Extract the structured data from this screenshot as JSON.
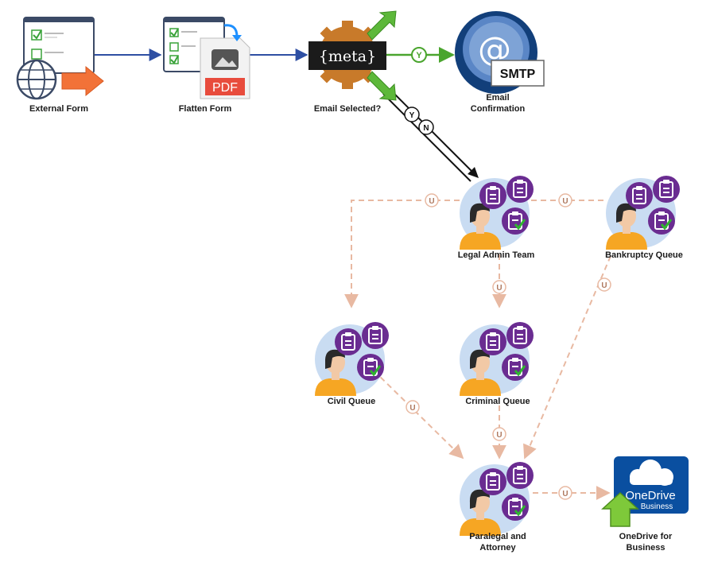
{
  "nodes": {
    "external_form": {
      "label": "External Form"
    },
    "flatten_form": {
      "label": "Flatten Form",
      "pdf_text": "PDF"
    },
    "email_selected": {
      "label": "Email Selected?",
      "meta_text": "{meta}"
    },
    "email_confirmation": {
      "label_line1": "Email",
      "label_line2": "Confirmation",
      "smtp_text": "SMTP",
      "at_text": "@"
    },
    "legal_admin_team": {
      "label": "Legal Admin Team"
    },
    "bankruptcy_queue": {
      "label": "Bankruptcy Queue"
    },
    "civil_queue": {
      "label": "Civil Queue"
    },
    "criminal_queue": {
      "label": "Criminal Queue"
    },
    "paralegal_attorney": {
      "label_line1": "Paralegal and",
      "label_line2": "Attorney"
    },
    "onedrive": {
      "label_line1": "OneDrive for",
      "label_line2": "Business",
      "logo_text1": "OneDrive",
      "logo_text2": "Business"
    }
  },
  "connectors": {
    "yes": "Y",
    "no": "N",
    "user": "U"
  },
  "colors": {
    "flow_blue": "#2e4fa3",
    "yes_green": "#4aa52e",
    "user_dashed": "#e8b9a2",
    "queue_purple": "#6a2c91",
    "queue_bubble": "#c9dcf2",
    "person_orange": "#f6a623",
    "onedrive_blue": "#0a4fa0"
  }
}
